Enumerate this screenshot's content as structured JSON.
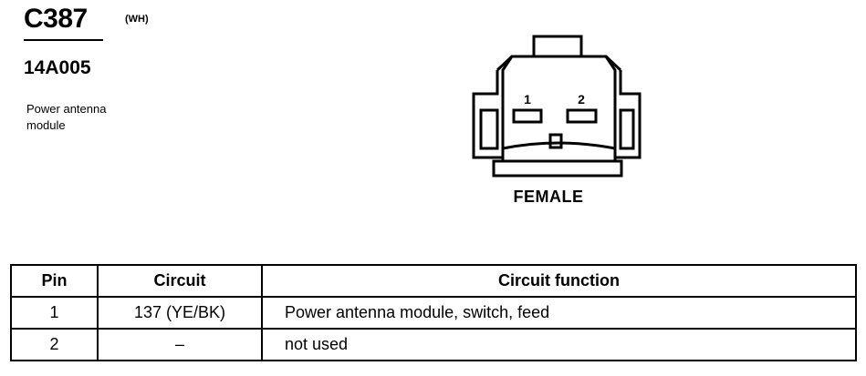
{
  "connector": {
    "id": "C387",
    "color_code": "(WH)",
    "part_number": "14A005",
    "description_line1": "Power antenna",
    "description_line2": "module",
    "view_label": "FEMALE",
    "pin_labels": [
      "1",
      "2"
    ]
  },
  "table": {
    "headers": [
      "Pin",
      "Circuit",
      "Circuit function"
    ],
    "rows": [
      {
        "pin": "1",
        "circuit": "137 (YE/BK)",
        "function": "Power antenna module, switch, feed"
      },
      {
        "pin": "2",
        "circuit": "–",
        "function": "not used"
      }
    ]
  }
}
